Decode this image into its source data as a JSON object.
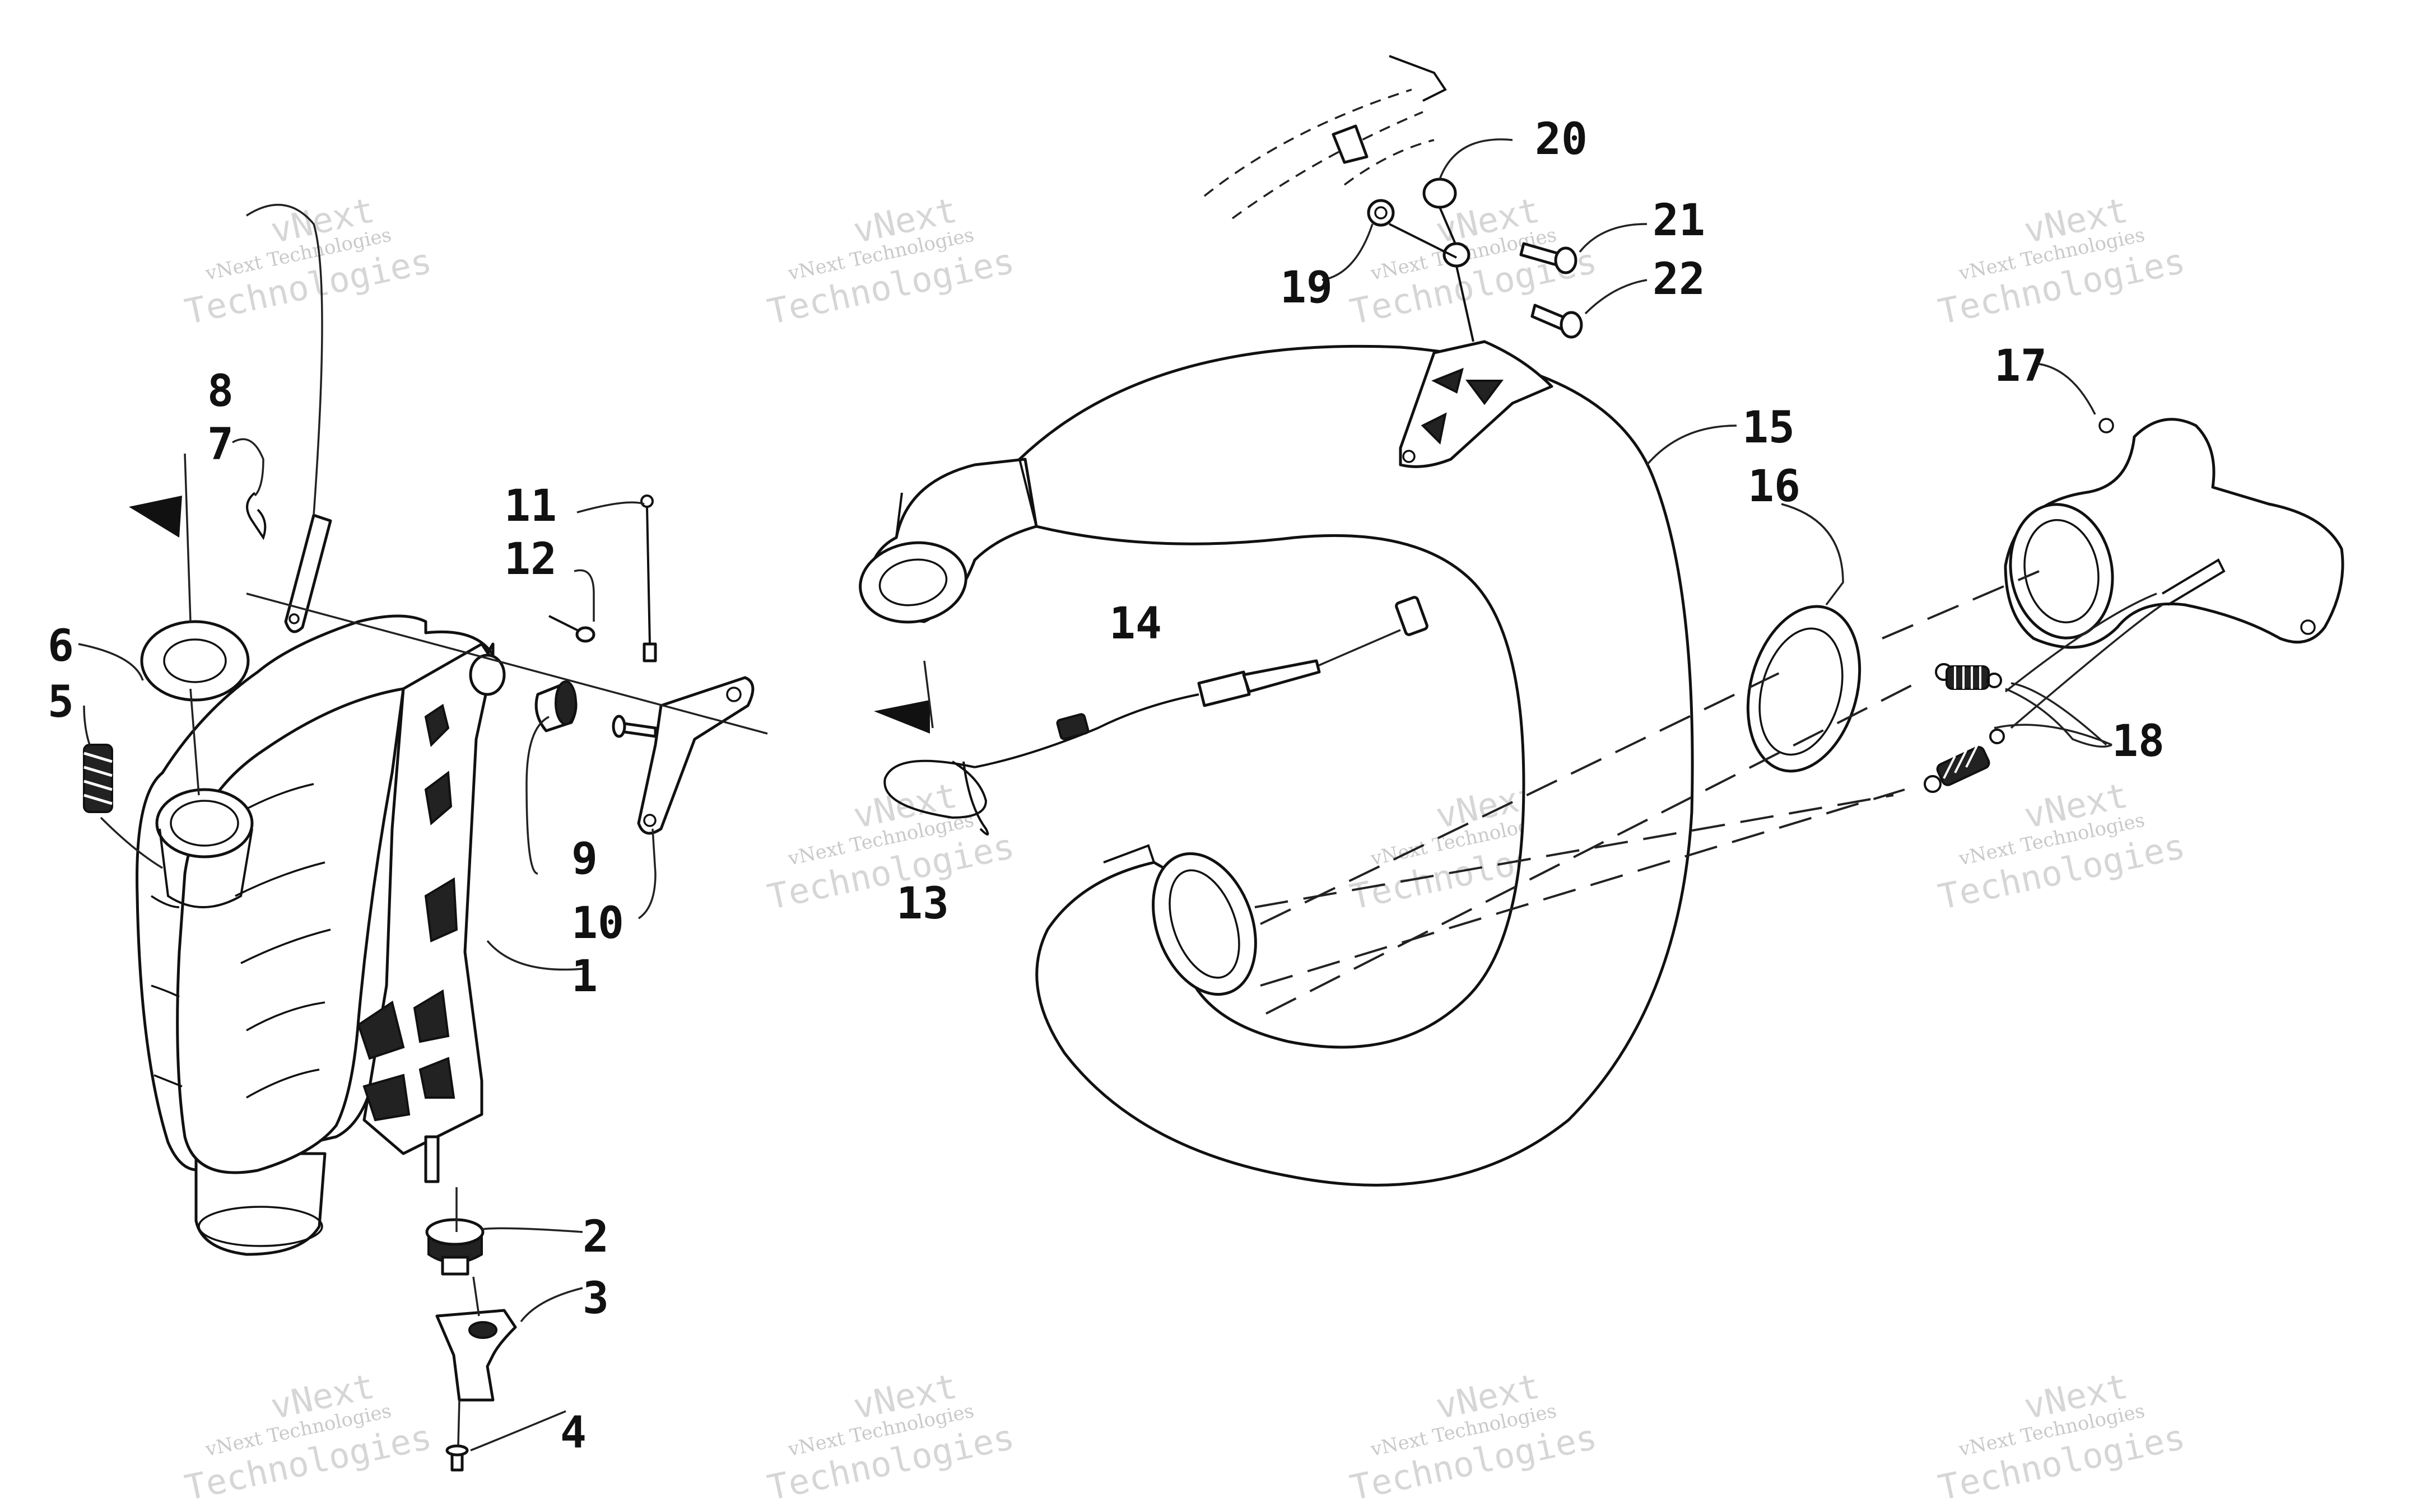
{
  "callouts": [
    {
      "n": "1"
    },
    {
      "n": "2"
    },
    {
      "n": "3"
    },
    {
      "n": "4"
    },
    {
      "n": "5"
    },
    {
      "n": "6"
    },
    {
      "n": "7"
    },
    {
      "n": "8"
    },
    {
      "n": "9"
    },
    {
      "n": "10"
    },
    {
      "n": "11"
    },
    {
      "n": "12"
    },
    {
      "n": "13"
    },
    {
      "n": "14"
    },
    {
      "n": "15"
    },
    {
      "n": "16"
    },
    {
      "n": "17"
    },
    {
      "n": "18"
    },
    {
      "n": "19"
    },
    {
      "n": "20"
    },
    {
      "n": "21"
    },
    {
      "n": "22"
    }
  ],
  "watermark": {
    "line1": "vNext Technologies",
    "line2": "vNext",
    "line3": "Technologies"
  }
}
